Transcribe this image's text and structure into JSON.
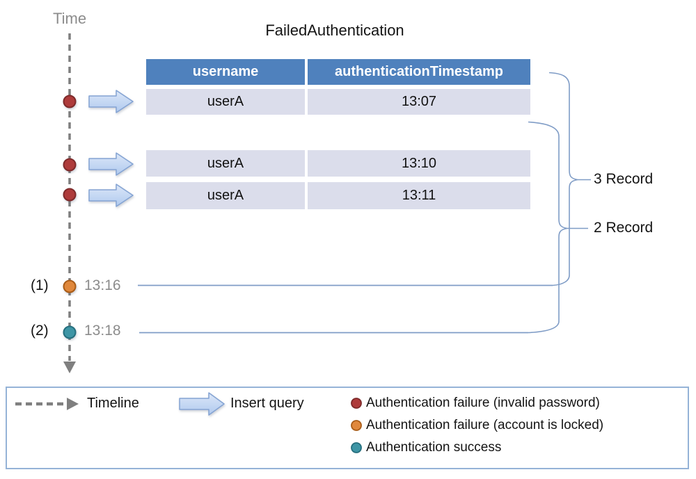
{
  "colors": {
    "accent_blue": "#4F81BD",
    "row_background": "#DBDDEB",
    "line_blue": "#7F9CC6",
    "legend_border_blue": "#95B3D7",
    "arrow_fill_top": "#DCE7F8",
    "arrow_fill_bottom": "#AFC9EE",
    "arrow_border": "#84A3D3",
    "timeline_gray": "#7F7F7F",
    "text_gray": "#8C8C8C",
    "failure_invalid_password": "#AE3B3B",
    "failure_invalid_password_border": "#7E2A2A",
    "failure_account_locked": "#E0883C",
    "failure_account_locked_border": "#A95C17",
    "success": "#3E95A5",
    "success_border": "#256F7E"
  },
  "timeline": {
    "label": "Time",
    "markers": [
      {
        "index": "(1)",
        "time": "13:16"
      },
      {
        "index": "(2)",
        "time": "13:18"
      }
    ]
  },
  "table": {
    "title": "FailedAuthentication",
    "columns": [
      "username",
      "authenticationTimestamp"
    ],
    "rows": [
      [
        "userA",
        "13:07"
      ],
      [
        "userA",
        "13:10"
      ],
      [
        "userA",
        "13:11"
      ]
    ]
  },
  "annotations": {
    "brace_top": "3 Record",
    "brace_bottom": "2 Record"
  },
  "legend": {
    "timeline": "Timeline",
    "insert_query": "Insert query",
    "items": [
      {
        "label": "Authentication failure (invalid password)",
        "color": "#AE3B3B"
      },
      {
        "label": "Authentication failure (account is locked)",
        "color": "#E0883C"
      },
      {
        "label": "Authentication success",
        "color": "#3E95A5"
      }
    ]
  }
}
